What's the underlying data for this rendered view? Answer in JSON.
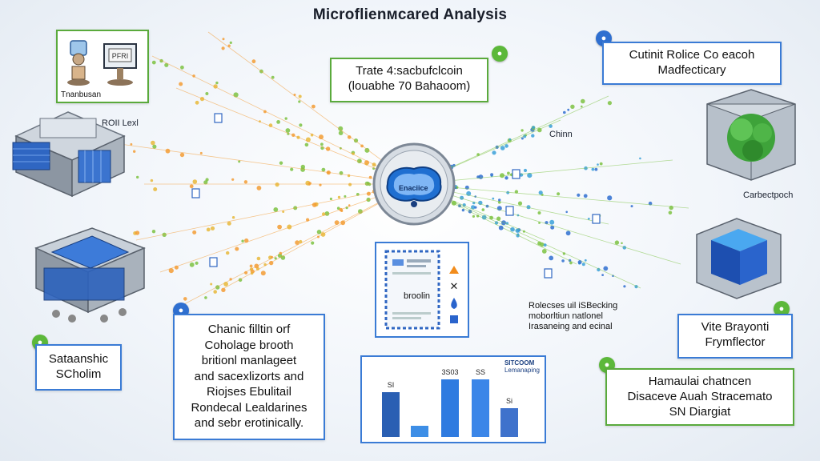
{
  "title": "Microflienмcared Analysis",
  "top_center_box": {
    "line1": "Trate 4:sacbufclcoin",
    "line2": "(louabhe 70 Bahaoom)"
  },
  "top_right_box": {
    "line1": "Cutinit Rolice Co eacoh",
    "line2": "Madfecticary"
  },
  "top_left_card": {
    "label": "Tnanbusan",
    "screen_text": "PFRI"
  },
  "roi_label": "ROII Lexl",
  "hub_label": "Enaciice",
  "chin_label": "Chinn",
  "right_cube_label": "Carbectpoch",
  "left_bottom_box": {
    "line1": "Sataanshic",
    "line2": "SCholim"
  },
  "center_left_text_box": {
    "lines": [
      "Chanic filltin orf",
      "Coholage brooth",
      "britionl manlageet",
      "and sacexlizorts and",
      "Riojses Ebulitail",
      "Rondecal Lealdarines",
      "and sebr erotinically."
    ]
  },
  "doc_panel": {
    "label": "broolin"
  },
  "middle_right_text": {
    "lines": [
      "Rolecses uil iSBecking",
      "moborltiun natlonel",
      "Irasaneing and ecinal"
    ]
  },
  "right_mid_box": {
    "line1": "Vite Brayonti",
    "line2": "Frymflector"
  },
  "right_bottom_box": {
    "line1": "Hamaulai chatncen",
    "line2": "Disaceve Auah Stracemato",
    "line3": "SN Diargiat"
  },
  "chart_data": {
    "type": "bar",
    "title": "",
    "xlabel": "",
    "ylabel": "",
    "legend": {
      "title": "SITCOOM",
      "subtitle": "Lemanaping"
    },
    "categories": [
      "SI",
      "",
      "3S03",
      "SS",
      "Si"
    ],
    "values": [
      62,
      16,
      80,
      80,
      40
    ],
    "ylim": [
      0,
      100
    ],
    "colors": [
      "#2a5fb3",
      "#3d8ee6",
      "#2f7be0",
      "#3b86e8",
      "#3f72cc"
    ]
  },
  "colors": {
    "accent_blue": "#3a7bd5",
    "accent_green": "#5aaa3c",
    "particle_orange": "#f39c34",
    "particle_green": "#7cc242",
    "particle_blue": "#2f6fd0"
  },
  "icons": [
    "magnifier-icon",
    "cube-icon",
    "document-icon",
    "triangle-warning-icon",
    "cross-icon",
    "drop-icon",
    "info-icon"
  ]
}
